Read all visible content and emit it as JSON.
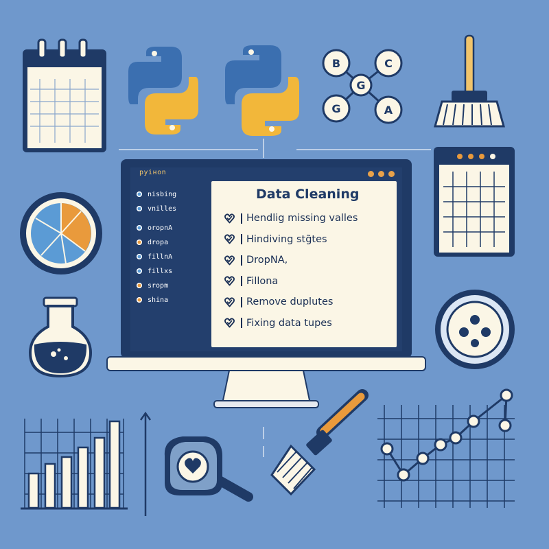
{
  "icons": {
    "calendar": "calendar-icon",
    "python_logo": "python-logo-icon",
    "network": "network-graph-icon",
    "broom": "broom-icon",
    "pie_chart": "pie-chart-icon",
    "flask": "flask-icon",
    "petri_dish": "petri-dish-icon",
    "grid_table": "spreadsheet-icon",
    "bar_chart": "bar-chart-icon",
    "magnifier": "magnifier-heart-icon",
    "brush": "brush-icon",
    "line_chart": "line-chart-icon"
  },
  "network_nodes": [
    "B",
    "C",
    "G",
    "A",
    "G"
  ],
  "monitor": {
    "title": "pyiнon",
    "sidebar": [
      {
        "label": "nisbing",
        "color": "#5b9bd5"
      },
      {
        "label": "vnilles",
        "color": "#5b9bd5"
      },
      {
        "label": "oropnA",
        "color": "#5b9bd5"
      },
      {
        "label": "dropa",
        "color": "#e99a3c"
      },
      {
        "label": "fillnA",
        "color": "#5b9bd5"
      },
      {
        "label": "fillxs",
        "color": "#5b9bd5"
      },
      {
        "label": "sropm",
        "color": "#e99a3c"
      },
      {
        "label": "shina",
        "color": "#e99a3c"
      }
    ],
    "panel_title": "Data Cleaning",
    "checklist": [
      "Hendlig missing valles",
      "Hindiving stg̃tes",
      "DropNA,",
      "Fillona",
      "Remove duplutes",
      "Fixing data tupes"
    ]
  },
  "colors": {
    "background": "#6f98cc",
    "navy": "#1f3a66",
    "orange": "#e99a3c",
    "python_blue": "#3b6fb0",
    "python_yellow": "#f2b73a",
    "cream": "#fbf6e6"
  }
}
